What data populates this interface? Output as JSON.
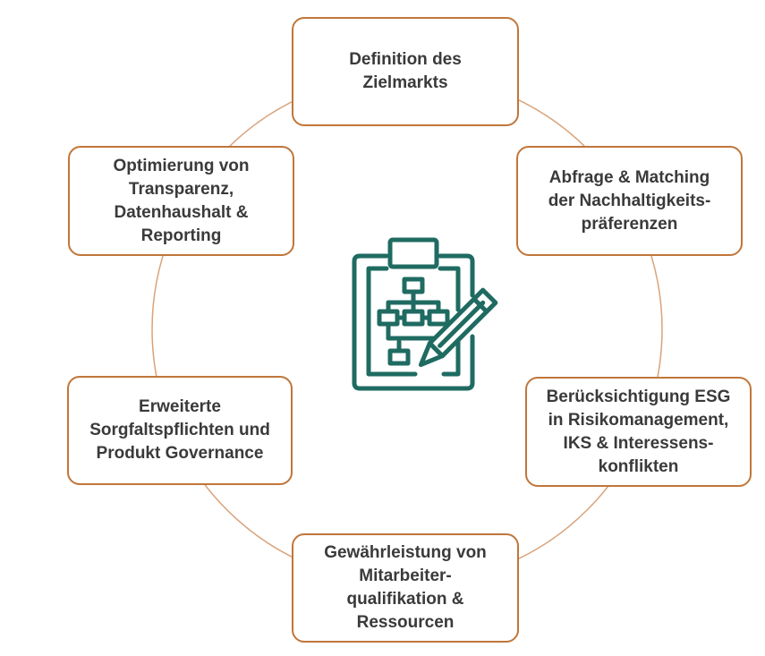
{
  "diagram": {
    "ring_color": "#d9a27a",
    "box_border_color": "#c0763a",
    "icon_color": "#1f6b62",
    "center_icon": "clipboard-flowchart-pencil-icon",
    "nodes": [
      {
        "id": "zielmarkt",
        "label": "Definition des\nZielmarkts"
      },
      {
        "id": "abfrage",
        "label": "Abfrage & Matching\nder Nachhaltigkeits-\npräferenzen"
      },
      {
        "id": "risiko",
        "label": "Berücksichtigung ESG\nin Risikomanagement,\nIKS & Interessens-\nkonflikten"
      },
      {
        "id": "mitarbeiter",
        "label": "Gewährleistung von\nMitarbeiter-\nqualifikation &\nRessourcen"
      },
      {
        "id": "sorgfalt",
        "label": "Erweiterte\nSorgfaltspflichten und\nProdukt Governance"
      },
      {
        "id": "transparenz",
        "label": "Optimierung von\nTransparenz,\nDatenhaushalt &\nReporting"
      }
    ]
  }
}
